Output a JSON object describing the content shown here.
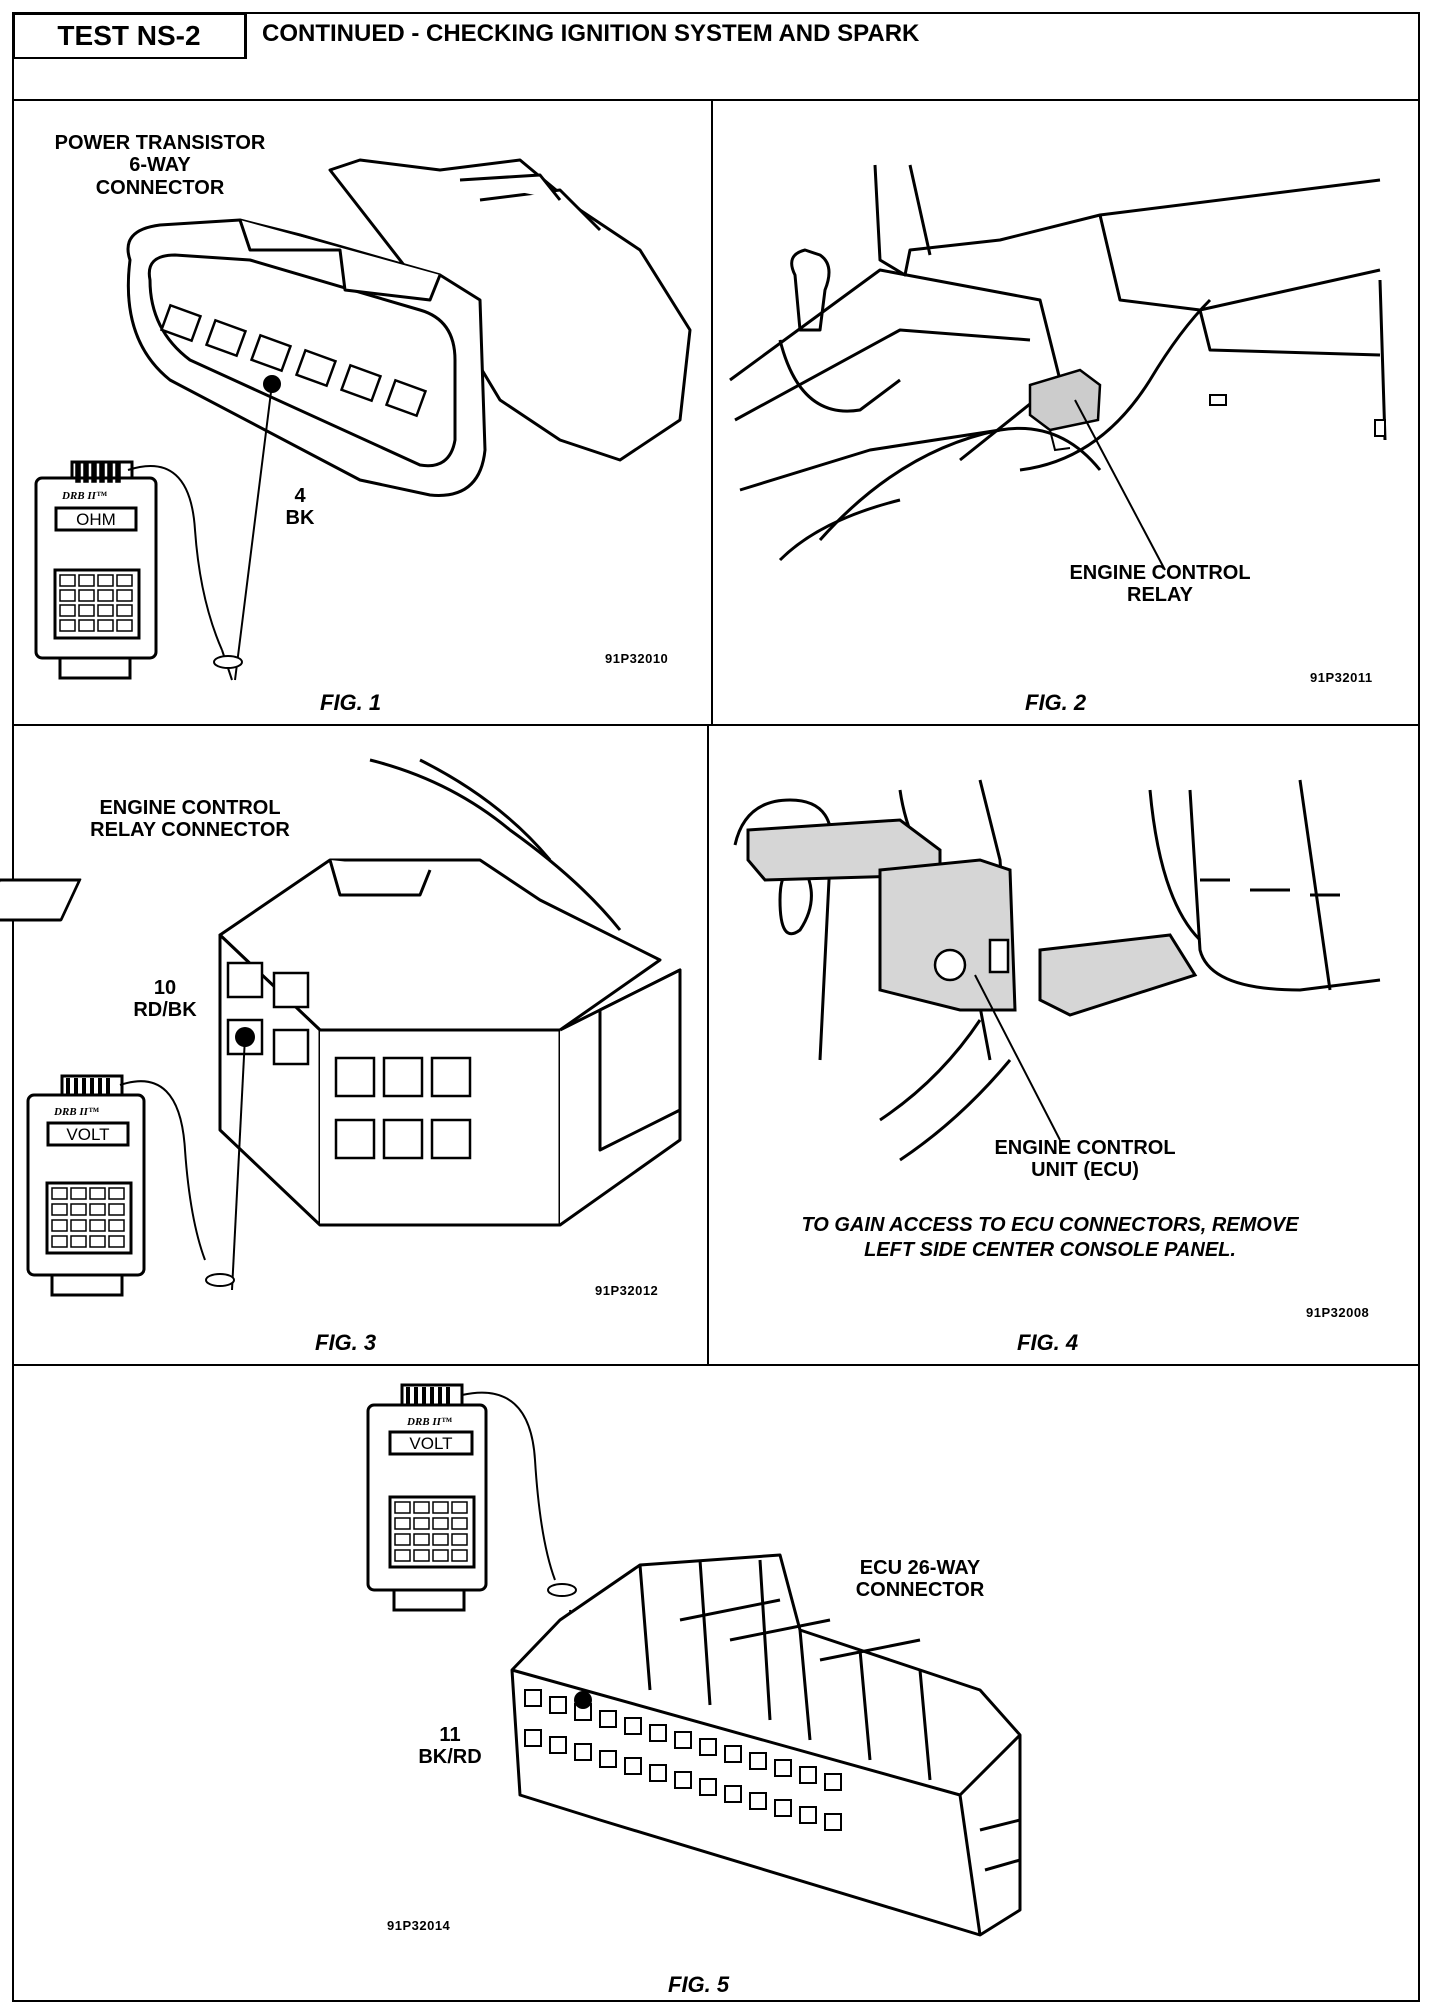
{
  "header": {
    "test_id": "TEST NS-2",
    "title": "CONTINUED - CHECKING IGNITION SYSTEM AND SPARK"
  },
  "fig1": {
    "label": "POWER TRANSISTOR\n6-WAY\nCONNECTOR",
    "pin": "4\nBK",
    "meter_brand": "DRB II™",
    "meter_mode": "OHM",
    "code": "91P32010",
    "caption": "FIG. 1"
  },
  "fig2": {
    "label": "ENGINE CONTROL\nRELAY",
    "code": "91P32011",
    "caption": "FIG. 2"
  },
  "fig3": {
    "label": "ENGINE CONTROL\nRELAY CONNECTOR",
    "pin": "10\nRD/BK",
    "meter_brand": "DRB II™",
    "meter_mode": "VOLT",
    "code": "91P32012",
    "caption": "FIG. 3"
  },
  "fig4": {
    "label": "ENGINE CONTROL\nUNIT (ECU)",
    "note": "TO GAIN ACCESS TO ECU CONNECTORS, REMOVE\nLEFT SIDE CENTER CONSOLE PANEL.",
    "code": "91P32008",
    "caption": "FIG. 4"
  },
  "fig5": {
    "label": "ECU 26-WAY\nCONNECTOR",
    "pin": "11\nBK/RD",
    "meter_brand": "DRB II™",
    "meter_mode": "VOLT",
    "code": "91P32014",
    "caption": "FIG. 5"
  }
}
